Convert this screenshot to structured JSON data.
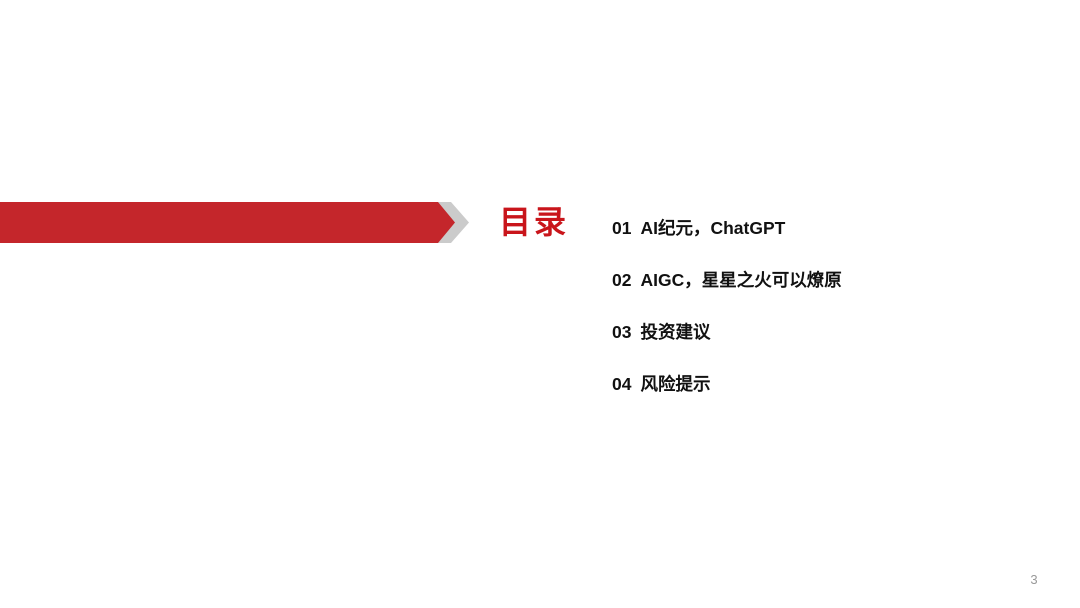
{
  "slide": {
    "title": "目录",
    "page_number": "3"
  },
  "toc": {
    "items": [
      {
        "number": "01",
        "title": "AI纪元，ChatGPT"
      },
      {
        "number": "02",
        "title": "AIGC，星星之火可以燎原"
      },
      {
        "number": "03",
        "title": "投资建议"
      },
      {
        "number": "04",
        "title": "风险提示"
      }
    ]
  },
  "colors": {
    "accent_red": "#C4262B",
    "title_red": "#C9151B",
    "chevron_gray": "#CBCBCB",
    "page_number_gray": "#999999"
  }
}
